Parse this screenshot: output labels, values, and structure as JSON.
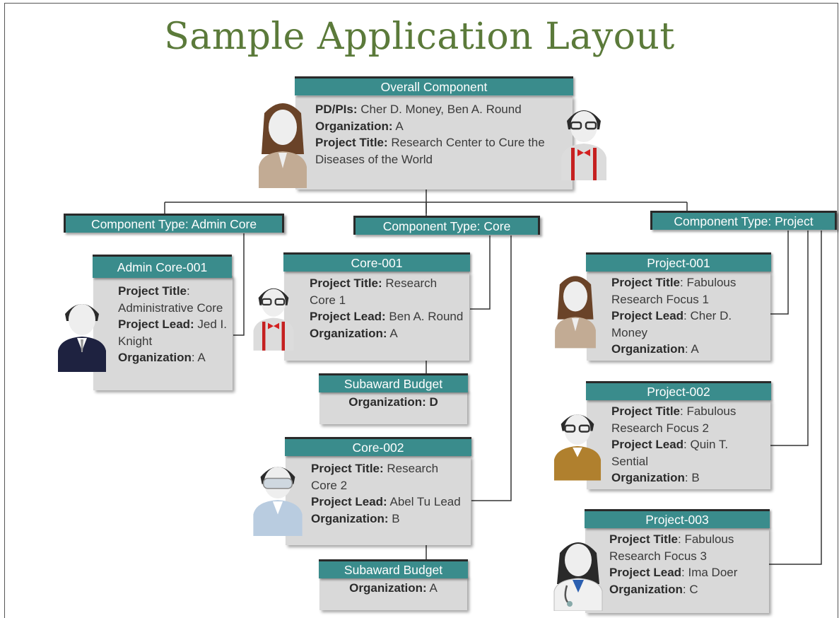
{
  "title": "Sample Application Layout",
  "overall": {
    "header": "Overall Component",
    "pdpis_label": "PD/PIs:",
    "pdpis_value": " Cher D. Money, Ben A. Round",
    "org_label": "Organization:",
    "org_value": " A",
    "title_label": "Project Title:",
    "title_value": " Research Center to Cure the Diseases of the World"
  },
  "types": {
    "admin": "Component Type: Admin Core",
    "core": "Component Type: Core",
    "project": "Component Type: Project"
  },
  "admin1": {
    "header": "Admin Core-001",
    "title_label": "Project Title",
    "title_value": ": Administrative Core",
    "lead_label": "Project Lead:",
    "lead_value": " Jed I. Knight",
    "org_label": "Organization",
    "org_value": ": A"
  },
  "core1": {
    "header": "Core-001",
    "title_label": "Project Title:",
    "title_value": " Research Core 1",
    "lead_label": "Project Lead:",
    "lead_value": " Ben A. Round",
    "org_label": "Organization:",
    "org_value": " A"
  },
  "sub1": {
    "header": "Subaward Budget",
    "org_label": "Organization: D"
  },
  "core2": {
    "header": "Core-002",
    "title_label": "Project Title:",
    "title_value": " Research Core 2",
    "lead_label": "Project Lead:",
    "lead_value": " Abel Tu Lead",
    "org_label": "Organization:",
    "org_value": " B"
  },
  "sub2": {
    "header": "Subaward Budget",
    "org_label": "Organization:",
    "org_value": " A"
  },
  "proj1": {
    "header": "Project-001",
    "title_label": "Project Title",
    "title_value": ": Fabulous Research Focus 1",
    "lead_label": "Project Lead",
    "lead_value": ": Cher D. Money",
    "org_label": "Organization",
    "org_value": ": A"
  },
  "proj2": {
    "header": "Project-002",
    "title_label": "Project Title",
    "title_value": ": Fabulous Research Focus 2",
    "lead_label": "Project Lead",
    "lead_value": ": Quin T. Sential",
    "org_label": "Organization",
    "org_value": ": B"
  },
  "proj3": {
    "header": "Project-003",
    "title_label": "Project Title",
    "title_value": ": Fabulous Research Focus 3",
    "lead_label": "Project Lead",
    "lead_value": ": Ima Doer",
    "org_label": "Organization",
    "org_value": ": C"
  },
  "colors": {
    "header_teal": "#3a8c8c",
    "card_gray": "#d9d9d9",
    "title_green": "#5b7a3a"
  }
}
